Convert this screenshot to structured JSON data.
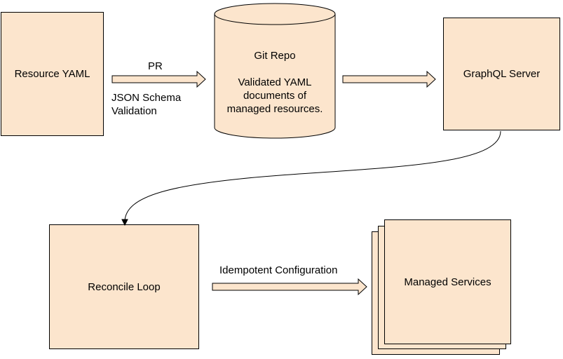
{
  "nodes": {
    "resource_yaml": "Resource YAML",
    "git_repo_title": "Git Repo",
    "git_repo_desc_1": "Validated YAML",
    "git_repo_desc_2": "documents of",
    "git_repo_desc_3": "managed resources.",
    "graphql_server": "GraphQL Server",
    "reconcile_loop": "Reconcile Loop",
    "managed_services": "Managed Services"
  },
  "edges": {
    "pr": "PR",
    "validation_1": "JSON Schema",
    "validation_2": "Validation",
    "idempotent": "Idempotent Configuration"
  },
  "colors": {
    "fill": "#fce5cd",
    "stroke": "#000000"
  }
}
